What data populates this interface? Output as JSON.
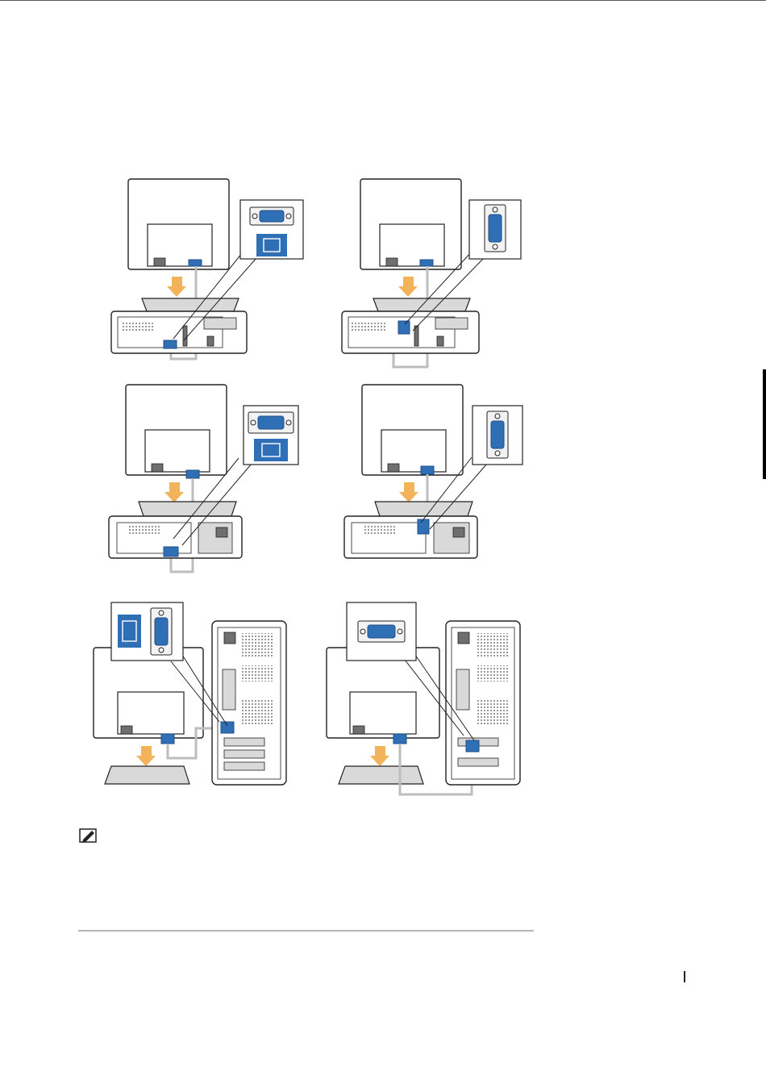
{
  "page": {
    "title": "",
    "note_text": ""
  },
  "colors": {
    "line": "#222222",
    "gray_fill": "#d9d9d9",
    "mid_gray": "#bdbdbd",
    "dark_gray": "#6f6f6f",
    "connector_blue": "#2f6fb5",
    "connector_blue_dark": "#1f4f8a",
    "arrow_orange": "#f3b35a",
    "tab_black": "#000000"
  },
  "icons": {
    "note": "pencil-note-icon",
    "vga": "vga-connector-icon",
    "dvi_badge": "monitor-port-badge-icon"
  },
  "illustrations": [
    {
      "name": "small-desktop-integrated-vga",
      "callout_orientation": "horizontal",
      "badge": true
    },
    {
      "name": "small-desktop-card-vga",
      "callout_orientation": "vertical",
      "badge": false
    },
    {
      "name": "desktop-integrated-vga",
      "callout_orientation": "horizontal",
      "badge": true
    },
    {
      "name": "desktop-card-vga",
      "callout_orientation": "vertical",
      "badge": false
    },
    {
      "name": "tower-integrated-vga",
      "callout_orientation": "vertical",
      "badge": true
    },
    {
      "name": "tower-card-vga",
      "callout_orientation": "horizontal",
      "badge": false
    }
  ]
}
